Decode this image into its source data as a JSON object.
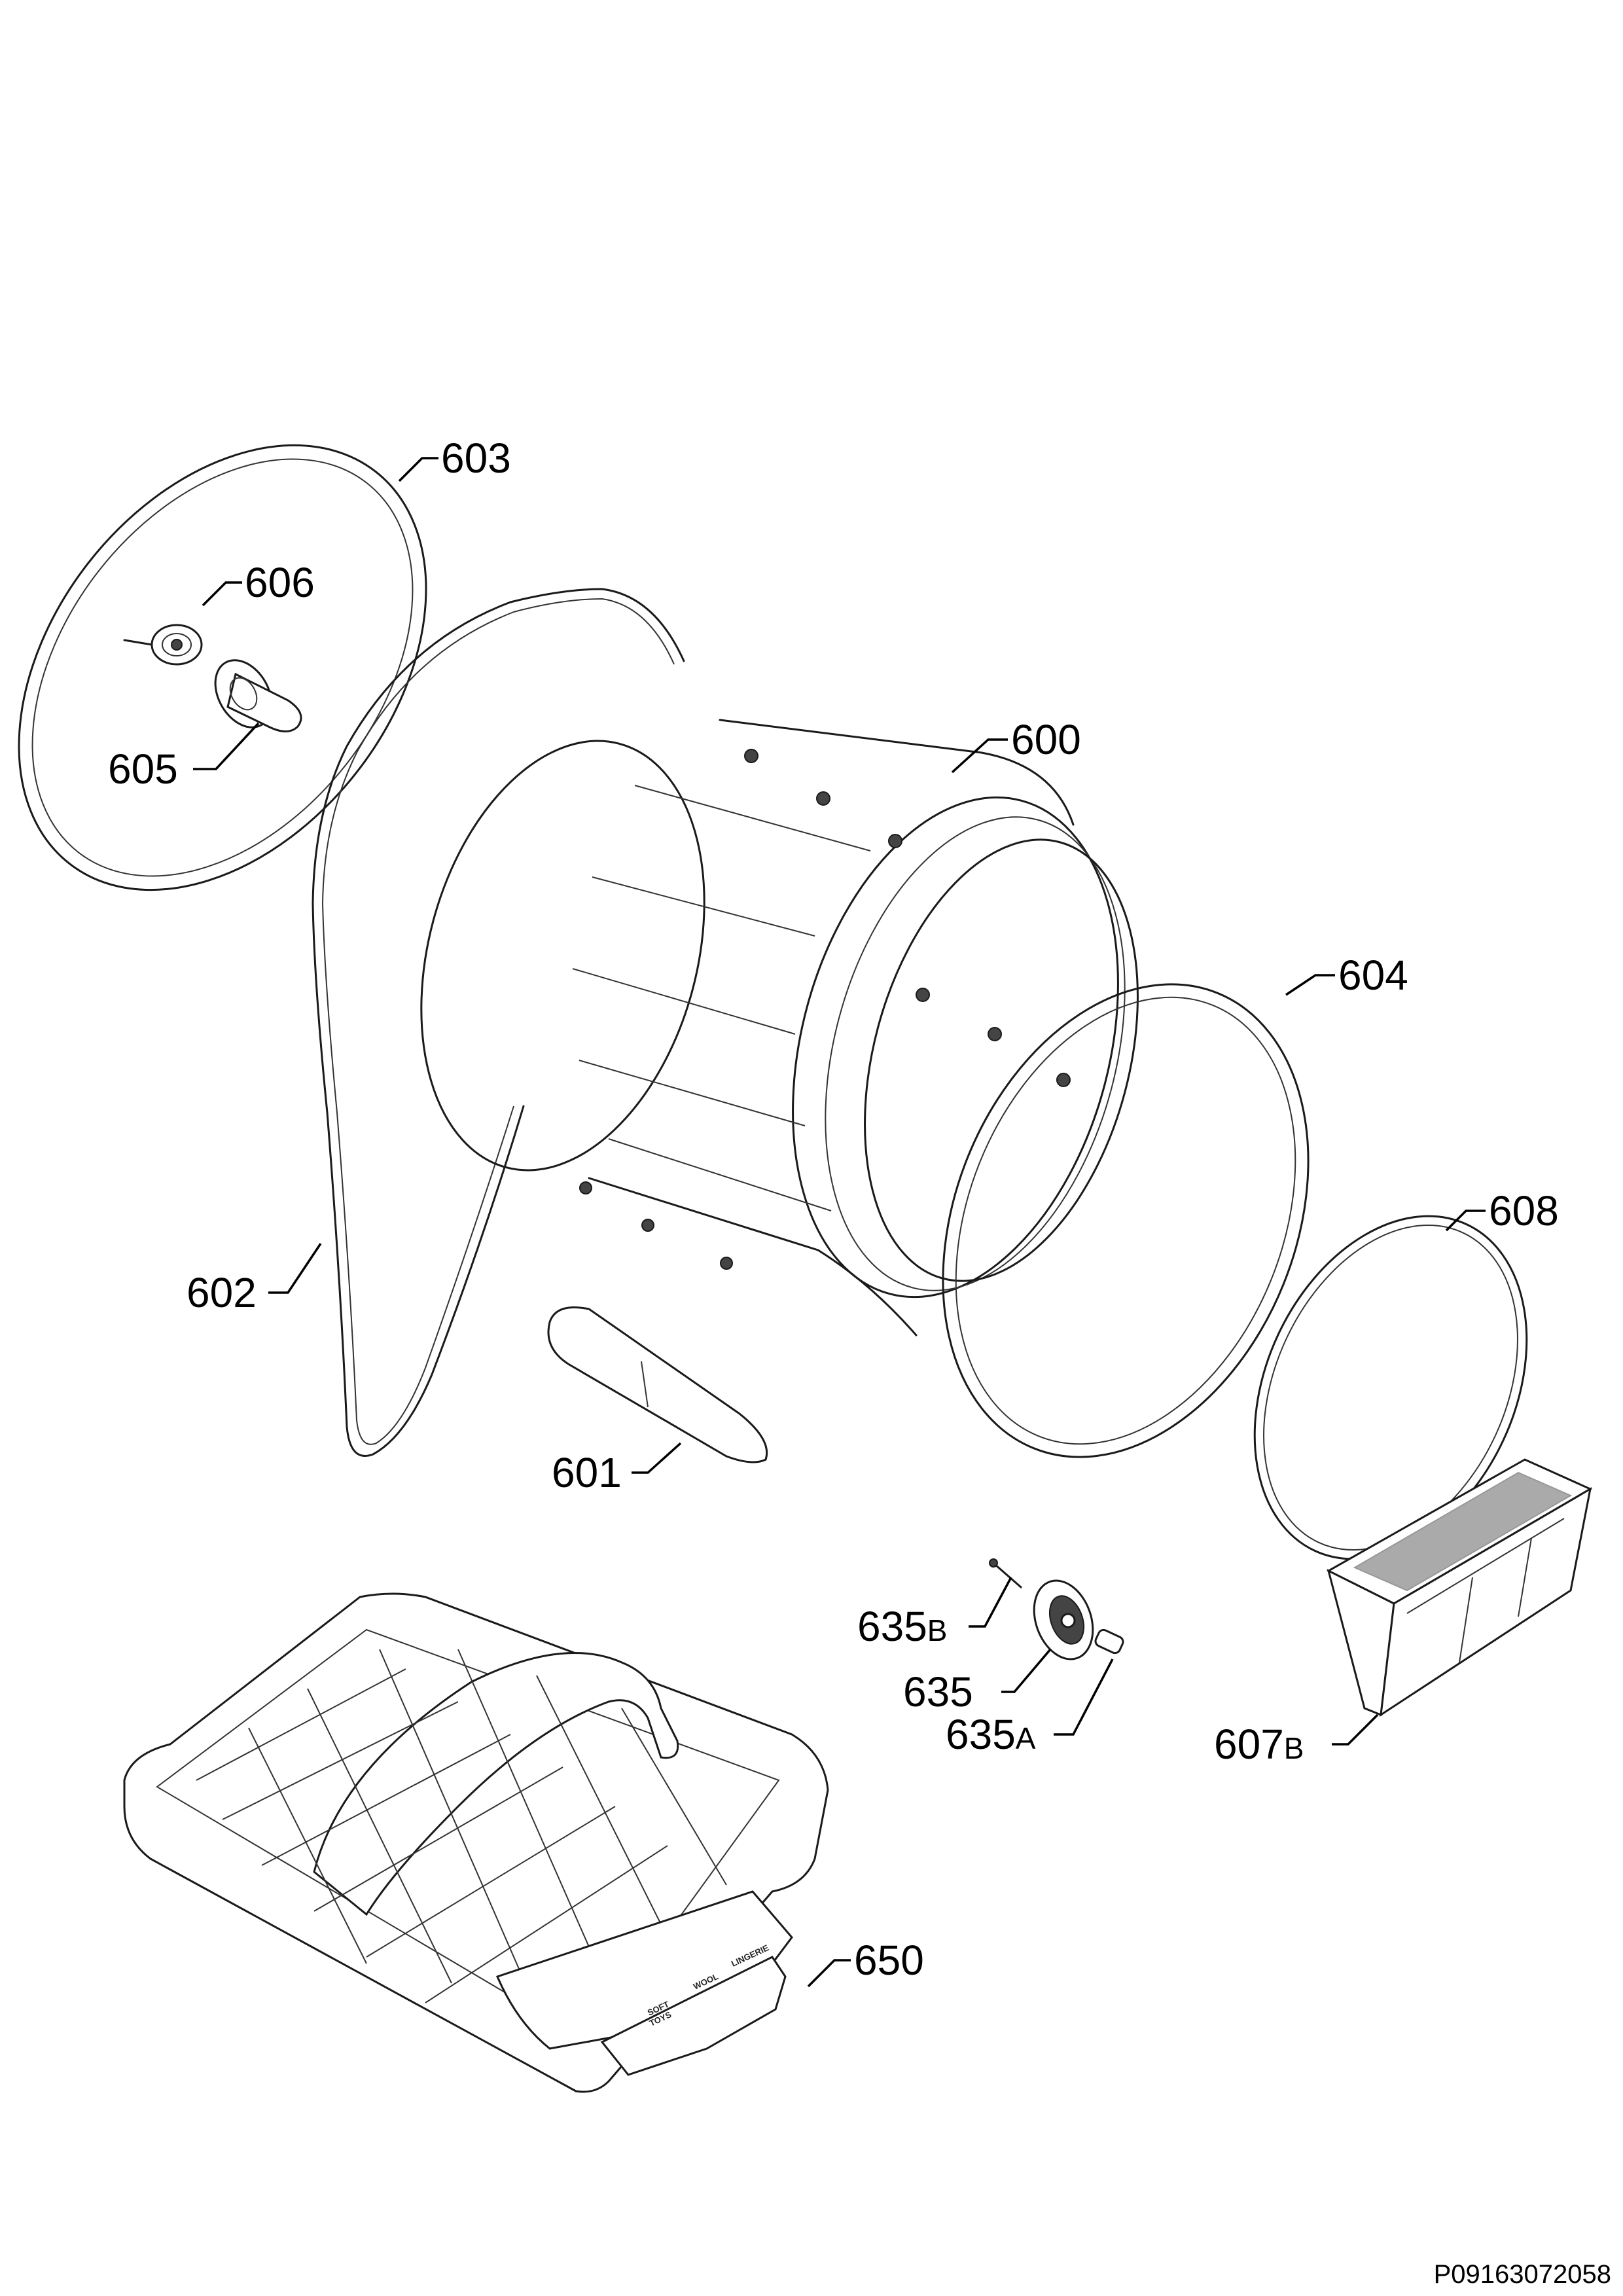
{
  "labels": {
    "p600": "600",
    "p601": "601",
    "p602": "602",
    "p603": "603",
    "p604": "604",
    "p605": "605",
    "p606": "606",
    "p607": "607",
    "p607_suffix": "B",
    "p608": "608",
    "p635": "635",
    "p635a": "635",
    "p635a_suffix": "A",
    "p635b": "635",
    "p635b_suffix": "B",
    "p650": "650"
  },
  "basket_text": {
    "soft": "SOFT",
    "toys": "TOYS",
    "wool": "WOOL",
    "lingerie": "LINGERIE"
  },
  "drawing_code": "P09163072058"
}
